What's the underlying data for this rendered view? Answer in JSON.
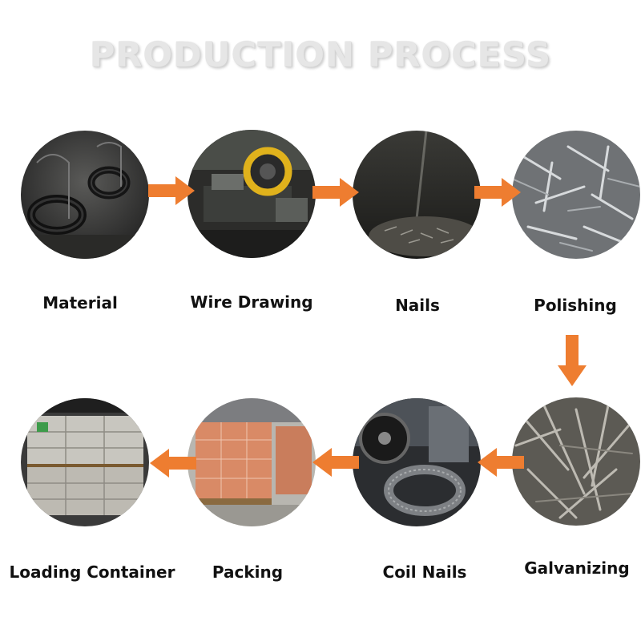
{
  "title": "PRODUCTION PROCESS",
  "accent_color": "#ee7d30",
  "steps": [
    {
      "label": "Material",
      "icon": "wire-coil-photo"
    },
    {
      "label": "Wire Drawing",
      "icon": "machine-photo"
    },
    {
      "label": "Nails",
      "icon": "nails-pile-photo"
    },
    {
      "label": "Polishing",
      "icon": "polished-nails-photo"
    },
    {
      "label": "Galvanizing",
      "icon": "galvanized-nails-photo"
    },
    {
      "label": "Coil Nails",
      "icon": "coil-machine-photo"
    },
    {
      "label": "Packing",
      "icon": "pallet-photo"
    },
    {
      "label": "Loading Container",
      "icon": "container-photo"
    }
  ]
}
